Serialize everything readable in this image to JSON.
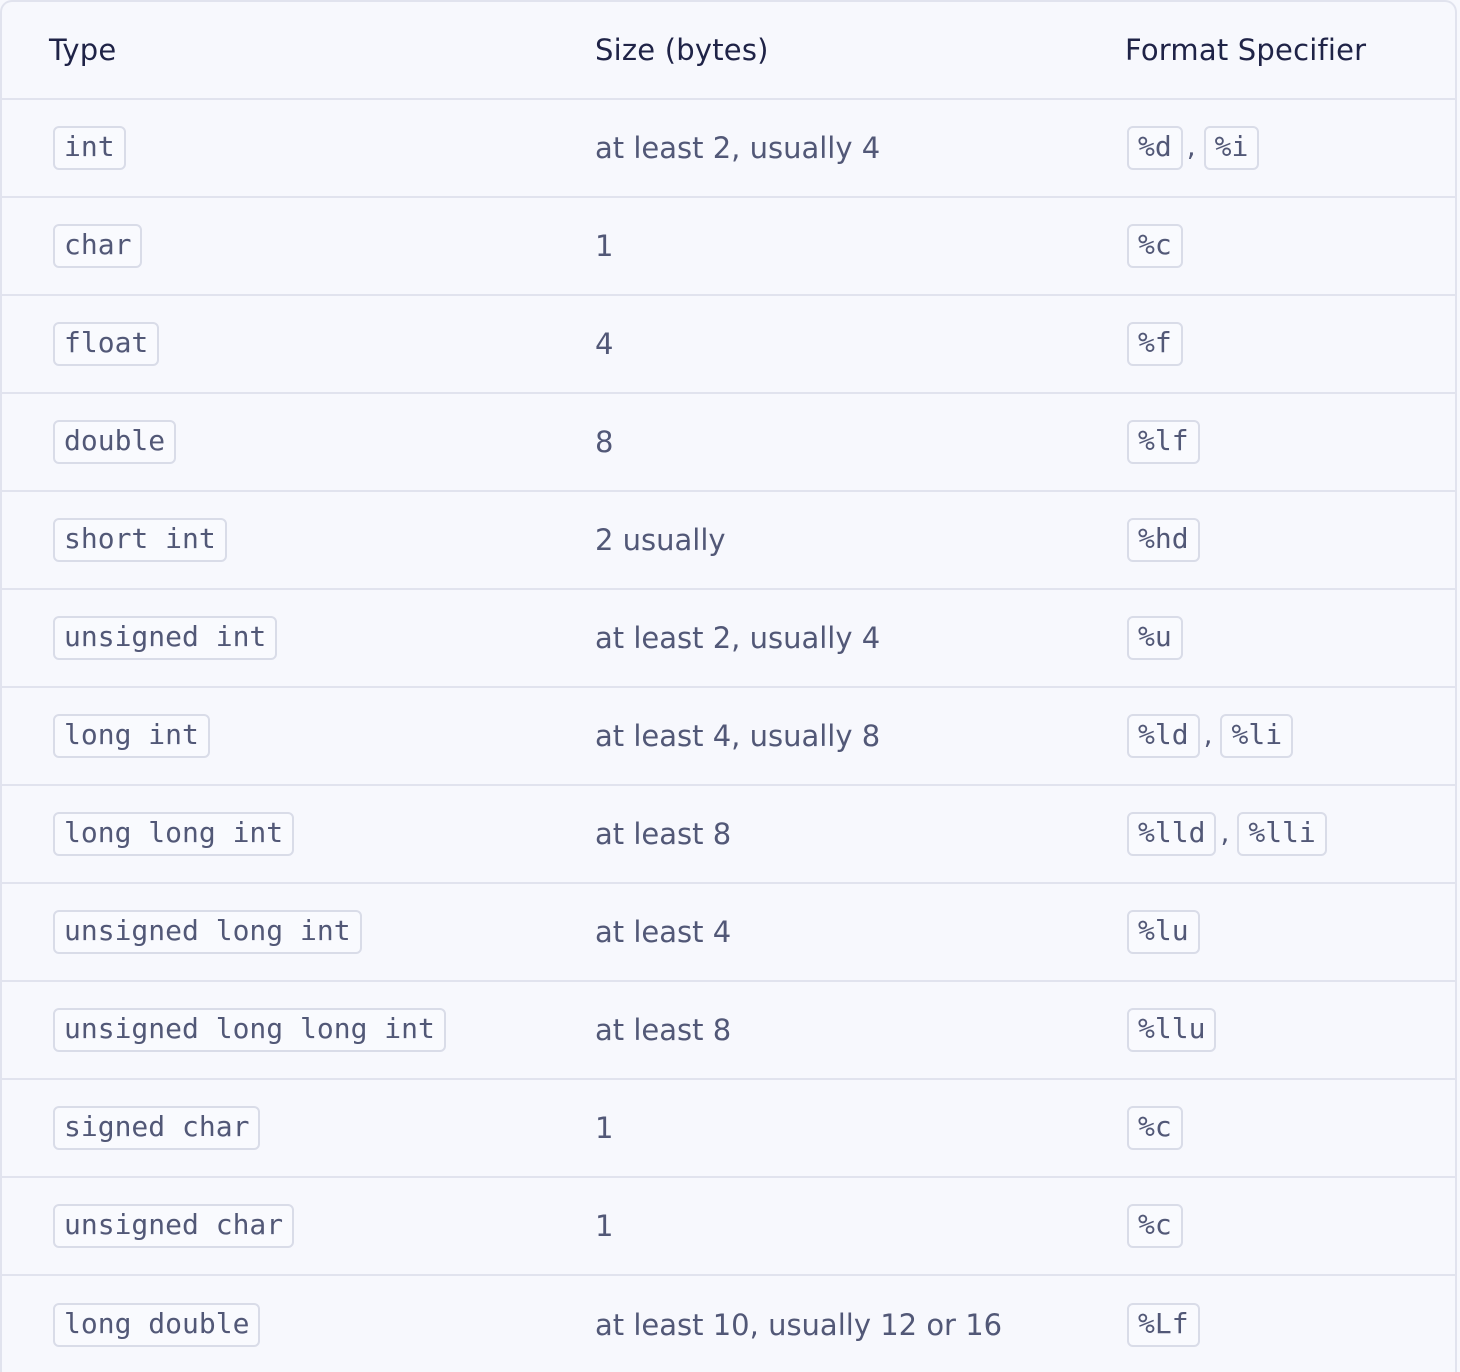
{
  "headers": {
    "type": "Type",
    "size": "Size (bytes)",
    "format": "Format Specifier"
  },
  "rows": [
    {
      "type": "int",
      "size": "at least 2, usually 4",
      "formats": [
        "%d",
        "%i"
      ]
    },
    {
      "type": "char",
      "size": "1",
      "formats": [
        "%c"
      ]
    },
    {
      "type": "float",
      "size": "4",
      "formats": [
        "%f"
      ]
    },
    {
      "type": "double",
      "size": "8",
      "formats": [
        "%lf"
      ]
    },
    {
      "type": "short int",
      "size": "2 usually",
      "formats": [
        "%hd"
      ]
    },
    {
      "type": "unsigned int",
      "size": "at least 2, usually 4",
      "formats": [
        "%u"
      ]
    },
    {
      "type": "long int",
      "size": "at least 4, usually 8",
      "formats": [
        "%ld",
        "%li"
      ]
    },
    {
      "type": "long long int",
      "size": "at least 8",
      "formats": [
        "%lld",
        "%lli"
      ]
    },
    {
      "type": "unsigned long int",
      "size": "at least 4",
      "formats": [
        "%lu"
      ]
    },
    {
      "type": "unsigned long long int",
      "size": "at least 8",
      "formats": [
        "%llu"
      ]
    },
    {
      "type": "signed char",
      "size": "1",
      "formats": [
        "%c"
      ]
    },
    {
      "type": "unsigned char",
      "size": "1",
      "formats": [
        "%c"
      ]
    },
    {
      "type": "long double",
      "size": "at least 10, usually 12 or 16",
      "formats": [
        "%Lf"
      ]
    }
  ],
  "separator": ",",
  "colors": {
    "background": "#f7f8fd",
    "header_text": "#1f2347",
    "body_text": "#525877",
    "border": "#e1e3ee",
    "code_border": "#d9dce8"
  }
}
